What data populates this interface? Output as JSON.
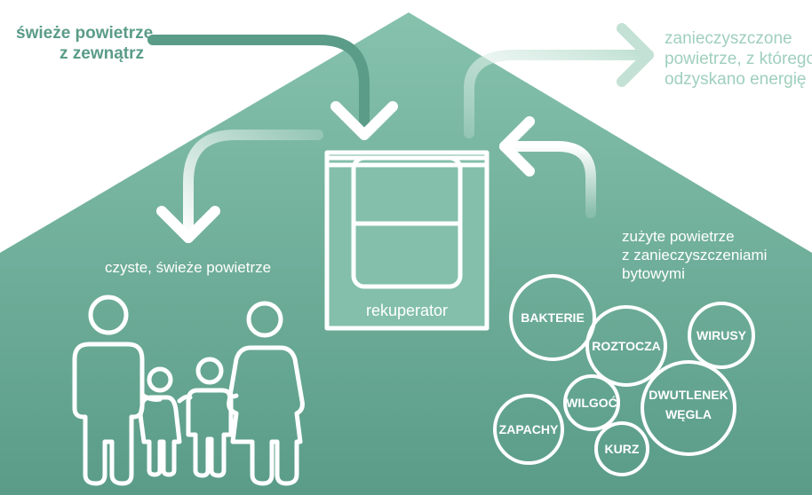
{
  "colors": {
    "house_top": "#86c2ad",
    "house_bottom": "#5a9c88",
    "dark_text": "#5a9c88",
    "light_text": "#9fcfbd",
    "white": "#ffffff"
  },
  "labels": {
    "fresh_outside": [
      "świeże powietrze",
      "z zewnątrz"
    ],
    "polluted_out": [
      "zanieczyszczone",
      "powietrze, z którego",
      "odzyskano energię"
    ],
    "clean_fresh": "czyste, świeże powietrze",
    "used_air": [
      "zużyte powietrze",
      "z zanieczyszczeniami",
      "bytowymi"
    ],
    "recuperator": "rekuperator"
  },
  "pollutants": [
    "BAKTERIE",
    "ROZTOCZA",
    "WIRUSY",
    "WILGOĆ",
    "DWUTLENEK WĘGLA",
    "ZAPACHY",
    "KURZ"
  ],
  "icons": [
    "fresh-air-in-arrow",
    "exhaust-out-arrow",
    "supply-air-arrow",
    "extract-air-arrow",
    "family-icon",
    "recuperator-icon"
  ]
}
